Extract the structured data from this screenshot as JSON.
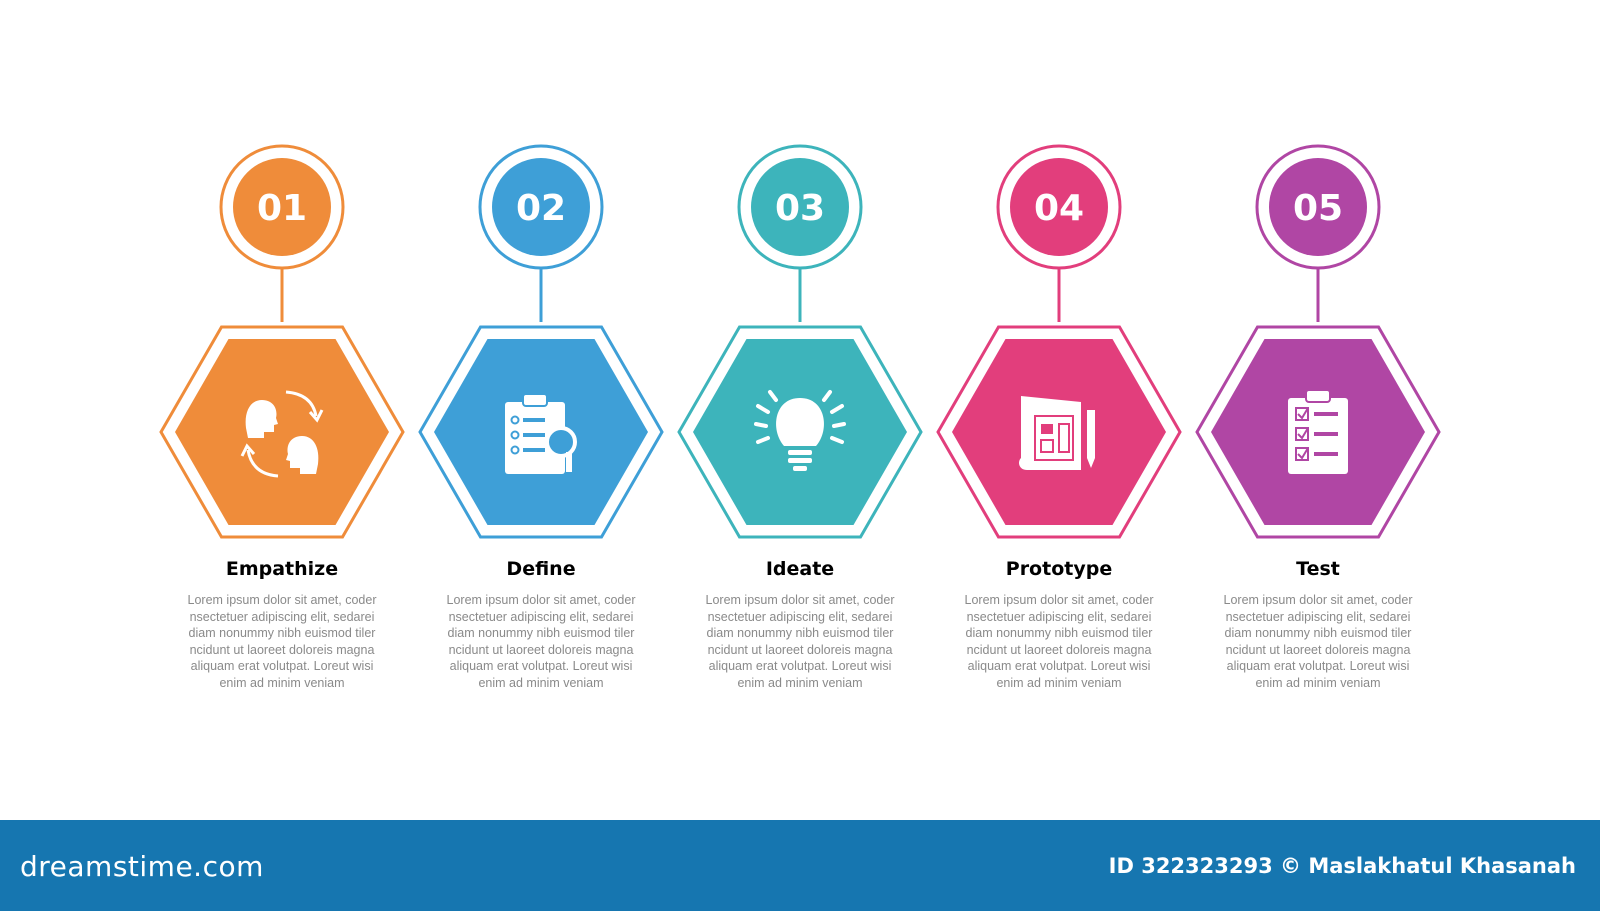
{
  "steps": [
    {
      "number": "01",
      "title": "Empathize",
      "color": "#ef8c3a",
      "icon": "user-exchange-icon",
      "lines": [
        "Lorem ipsum dolor sit amet, coder",
        "nsectetuer adipiscing elit, sedarei",
        "diam nonummy nibh euismod tiler",
        "ncidunt ut laoreet doloreis magna",
        "aliquam erat volutpat. Loreut wisi",
        "enim ad minim veniam"
      ]
    },
    {
      "number": "02",
      "title": "Define",
      "color": "#3e9fd7",
      "icon": "clipboard-search-icon",
      "lines": [
        "Lorem ipsum dolor sit amet, coder",
        "nsectetuer adipiscing elit, sedarei",
        "diam nonummy nibh euismod tiler",
        "ncidunt ut laoreet doloreis magna",
        "aliquam erat volutpat. Loreut wisi",
        "enim ad minim veniam"
      ]
    },
    {
      "number": "03",
      "title": "Ideate",
      "color": "#3db4bb",
      "icon": "lightbulb-icon",
      "lines": [
        "Lorem ipsum dolor sit amet, coder",
        "nsectetuer adipiscing elit, sedarei",
        "diam nonummy nibh euismod tiler",
        "ncidunt ut laoreet doloreis magna",
        "aliquam erat volutpat. Loreut wisi",
        "enim ad minim veniam"
      ]
    },
    {
      "number": "04",
      "title": "Prototype",
      "color": "#e23e7c",
      "icon": "blueprint-icon",
      "lines": [
        "Lorem ipsum dolor sit amet, coder",
        "nsectetuer adipiscing elit, sedarei",
        "diam nonummy nibh euismod tiler",
        "ncidunt ut laoreet doloreis magna",
        "aliquam erat volutpat. Loreut wisi",
        "enim ad minim veniam"
      ]
    },
    {
      "number": "05",
      "title": "Test",
      "color": "#b046a4",
      "icon": "checklist-icon",
      "lines": [
        "Lorem ipsum dolor sit amet, coder",
        "nsectetuer adipiscing elit, sedarei",
        "diam nonummy nibh euismod tiler",
        "ncidunt ut laoreet doloreis magna",
        "aliquam erat volutpat. Loreut wisi",
        "enim ad minim veniam"
      ]
    }
  ],
  "footer": {
    "logo": "dreamstime.com",
    "credit": "ID 322323293 © Maslakhatul Khasanah",
    "color": "#1676b0"
  }
}
